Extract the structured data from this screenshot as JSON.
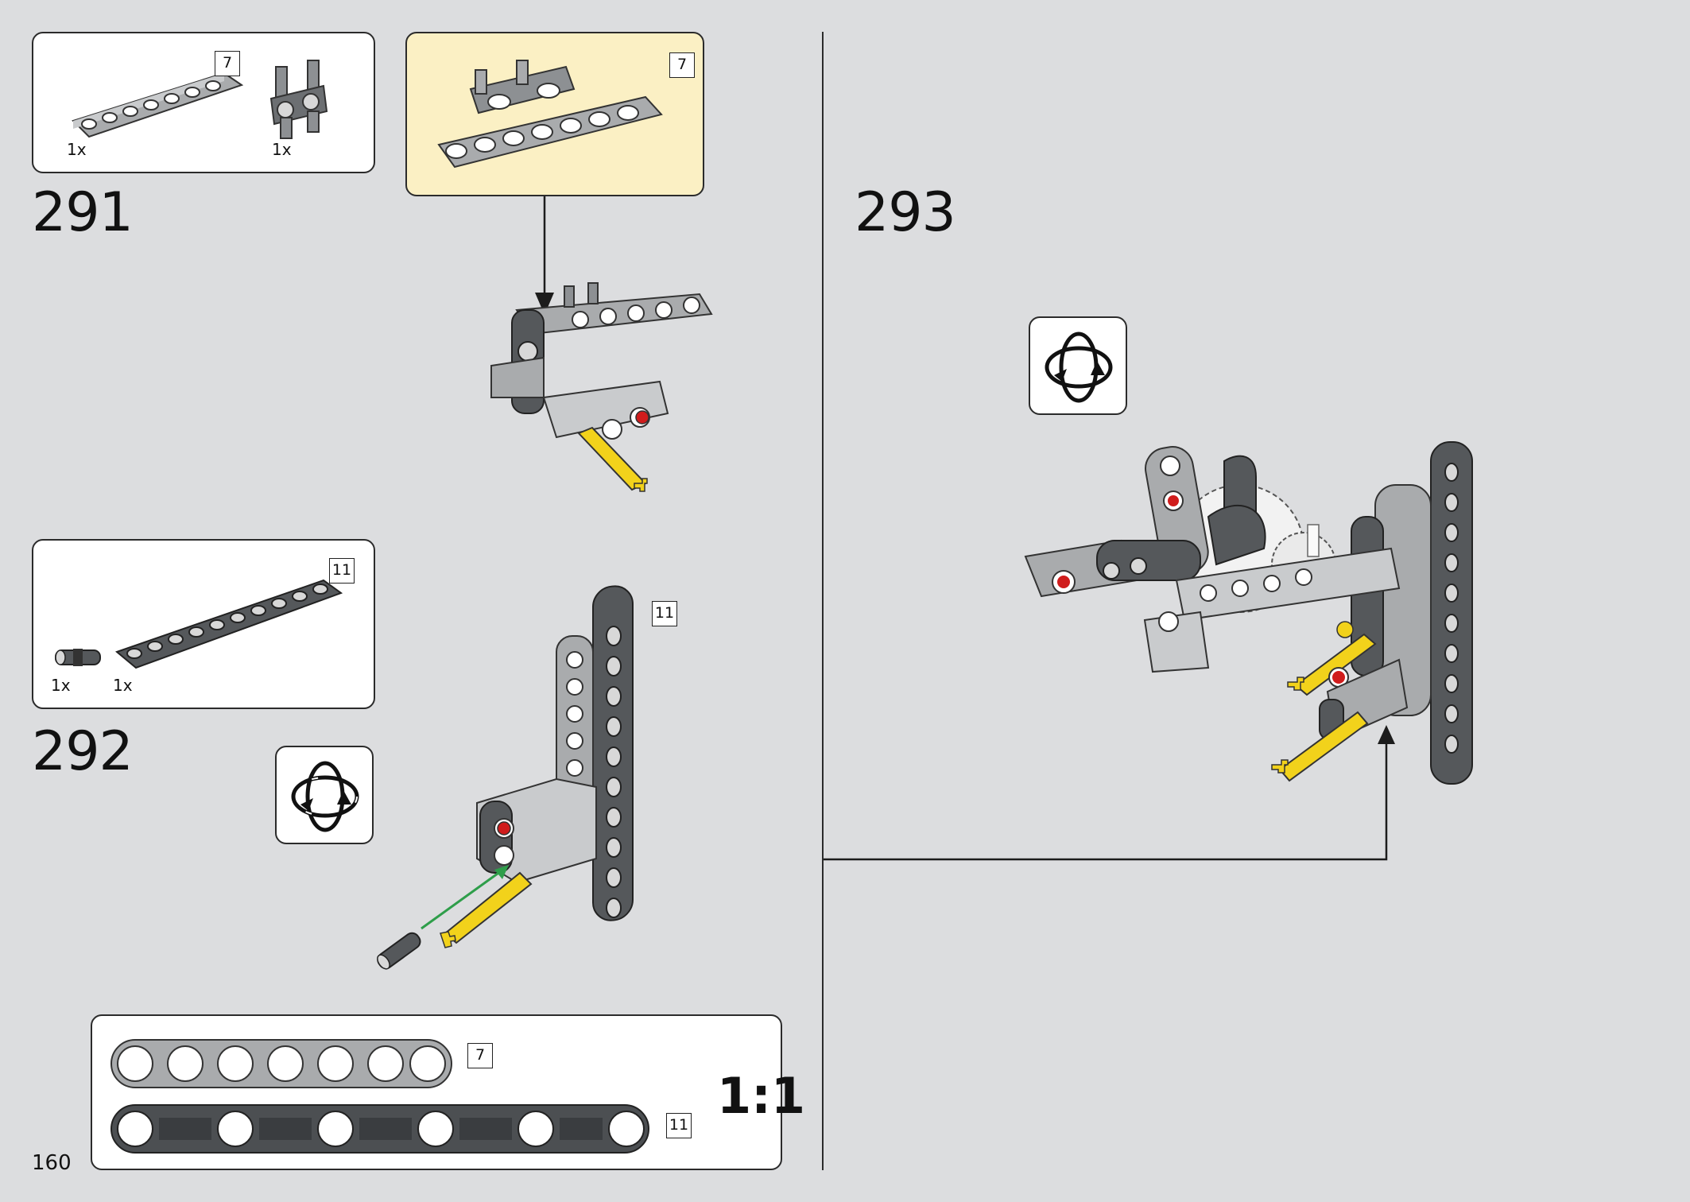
{
  "page_number": "160",
  "steps": [
    {
      "number": "291",
      "parts": [
        {
          "name": "beam-7",
          "qty": "1x",
          "length": "7"
        },
        {
          "name": "axle-pin-connector",
          "qty": "1x"
        }
      ],
      "callout_length": "7"
    },
    {
      "number": "292",
      "parts": [
        {
          "name": "connector-pin",
          "qty": "1x"
        },
        {
          "name": "beam-11",
          "qty": "1x",
          "length": "11"
        }
      ],
      "build_length": "11"
    },
    {
      "number": "293"
    }
  ],
  "scale_ruler": {
    "label": "1:1",
    "beam_short_length": "7",
    "beam_long_length": "11"
  },
  "colors": {
    "background": "#dcdddf",
    "callout_bg": "#fbf0c4",
    "light_gray": "#a9abad",
    "dark_gray": "#55585b",
    "axle_yellow": "#f2d21b",
    "pin_red": "#d01c1c",
    "arrow_green": "#2e9e4a"
  },
  "icons": [
    "rotate-model-icon",
    "arrow-down-icon",
    "arrow-up-icon",
    "insert-arrow-icon"
  ]
}
